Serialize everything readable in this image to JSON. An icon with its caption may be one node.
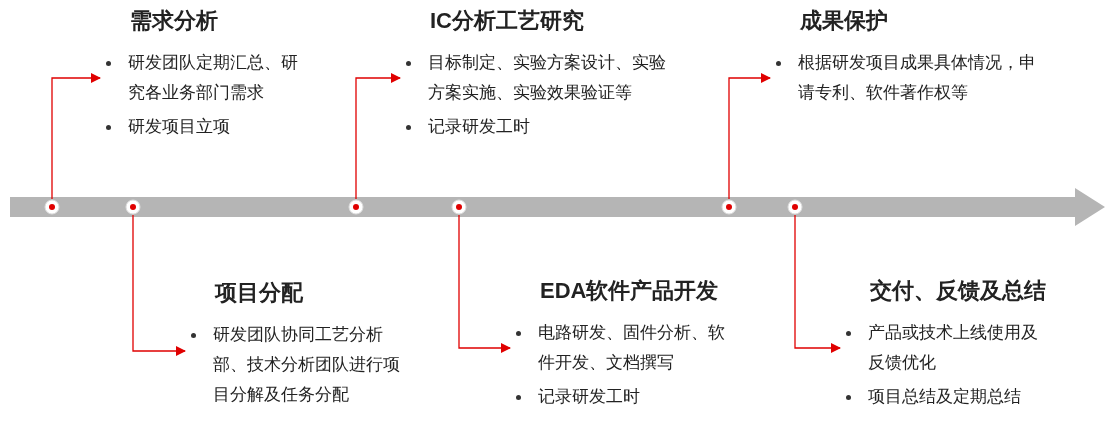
{
  "diagram": {
    "nodes": [
      {
        "text": [
          "需求分析",
          "研发团队定期汇总、研究各业务部门需求",
          "研发项目立项"
        ]
      },
      {
        "text": [
          "项目分配",
          "研发团队协同工艺分析部、技术分析团队进行项目分解及任务分配"
        ]
      },
      {
        "text": [
          "IC分析工艺研究",
          "目标制定、实验方案设计、实验方案实施、实验效果验证等",
          "记录研发工时"
        ]
      },
      {
        "text": [
          "EDA软件产品开发",
          "电路研发、固件分析、软件开发、文档撰写",
          "记录研发工时"
        ]
      },
      {
        "text": [
          "成果保护",
          "根据研发项目成果具体情况，申请专利、软件著作权等"
        ]
      },
      {
        "text": [
          "交付、反馈及总结",
          "产品或技术上线使用及反馈优化",
          "项目总结及定期总结"
        ]
      },
      {
        "text": [],
        "shape": "circle"
      },
      {
        "text": [],
        "shape": "circle"
      },
      {
        "text": [],
        "shape": "circle"
      },
      {
        "text": [],
        "shape": "circle"
      },
      {
        "text": [],
        "shape": "circle"
      },
      {
        "text": [],
        "shape": "circle"
      }
    ],
    "edges": [
      {
        "from": 6,
        "to": 0,
        "arrow": "to"
      },
      {
        "from": 7,
        "to": 1,
        "arrow": "to"
      },
      {
        "from": 8,
        "to": 2,
        "arrow": "to"
      },
      {
        "from": 9,
        "to": 3,
        "arrow": "to"
      },
      {
        "from": 10,
        "to": 4,
        "arrow": "to"
      },
      {
        "from": 11,
        "to": 5,
        "arrow": "to"
      }
    ]
  }
}
